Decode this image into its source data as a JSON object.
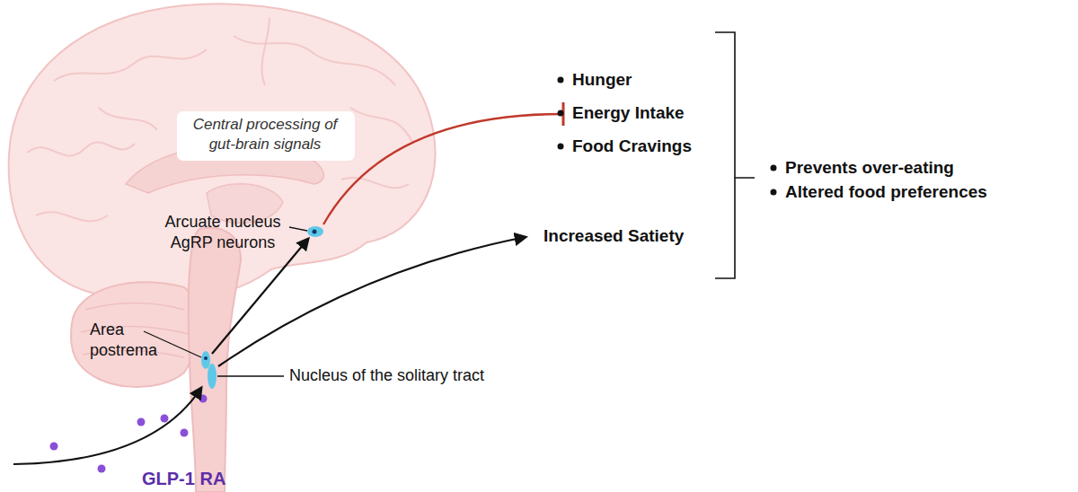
{
  "diagram": {
    "nodes": [
      {
        "text": [
          "Central processing of gut-brain signals"
        ]
      }
    ],
    "labels": [
      "Arcuate nucleus AgRP neurons",
      "Area postrema",
      "Nucleus of the solitary tract",
      "GLP-1 RA",
      "Hunger",
      "Energy Intake",
      "Food Cravings",
      "Increased Satiety",
      "Prevents over-eating",
      "Altered food preferences"
    ]
  }
}
